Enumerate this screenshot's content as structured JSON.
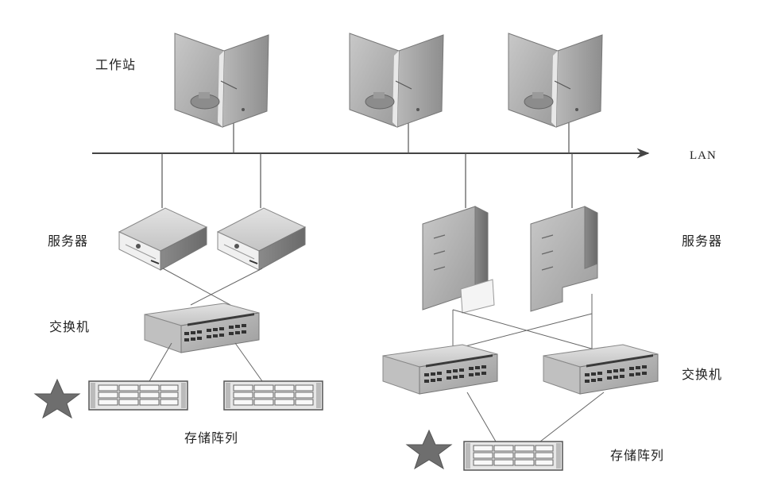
{
  "labels": {
    "workstation": "工作站",
    "lan": "LAN",
    "server_left": "服务器",
    "server_right": "服务器",
    "switch_left": "交换机",
    "switch_right": "交换机",
    "storage_left": "存储阵列",
    "storage_right": "存储阵列"
  },
  "colors": {
    "line": "#444444",
    "device_light": "#d8d8d8",
    "device_mid": "#a8a8a8",
    "device_dark": "#6e6e6e",
    "star": "#707070"
  }
}
